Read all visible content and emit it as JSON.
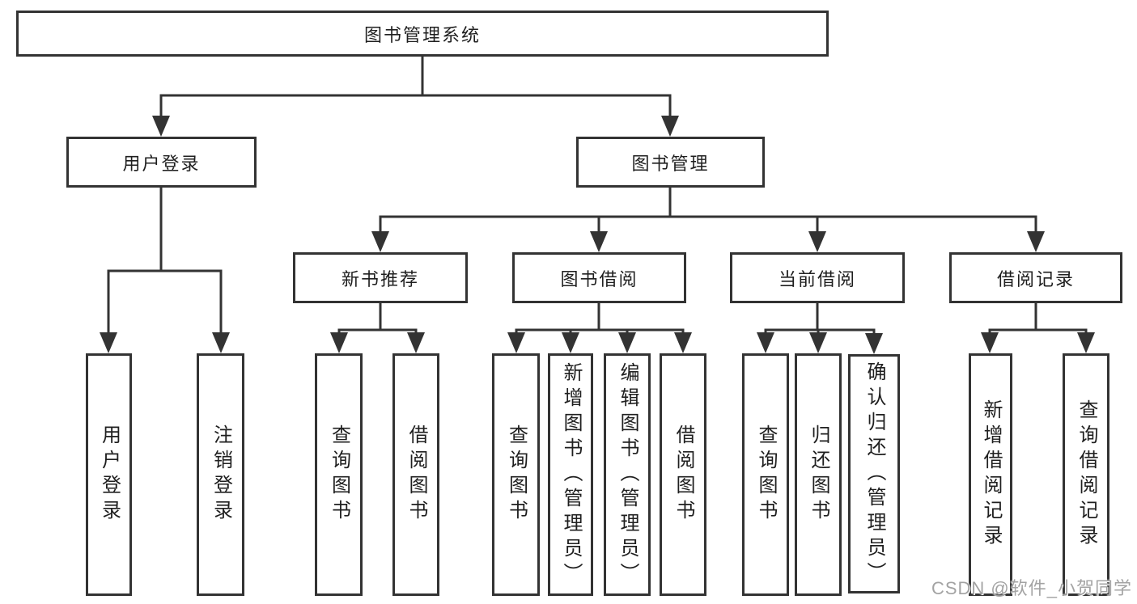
{
  "tree": {
    "root": {
      "label": "图书管理系统"
    },
    "level2": [
      {
        "label": "用户登录",
        "children": [
          "用户登录",
          "注销登录"
        ]
      },
      {
        "label": "图书管理"
      }
    ],
    "level3": [
      {
        "label": "新书推荐",
        "children": [
          "查询图书",
          "借阅图书"
        ]
      },
      {
        "label": "图书借阅",
        "children": [
          "查询图书",
          "新增图书（管理员）",
          "编辑图书（管理员）",
          "借阅图书"
        ]
      },
      {
        "label": "当前借阅",
        "children": [
          "查询图书",
          "归还图书",
          "确认归还（管理员）"
        ]
      },
      {
        "label": "借阅记录",
        "children": [
          "新增借阅记录",
          "查询借阅记录"
        ]
      }
    ]
  },
  "watermark": "CSDN @软件_小贺同学",
  "colors": {
    "line": "#333333",
    "box_border": "#333333",
    "box_fill": "#ffffff",
    "text": "#1f1f1f",
    "watermark": "#a3a3a3",
    "background": "#ffffff"
  }
}
